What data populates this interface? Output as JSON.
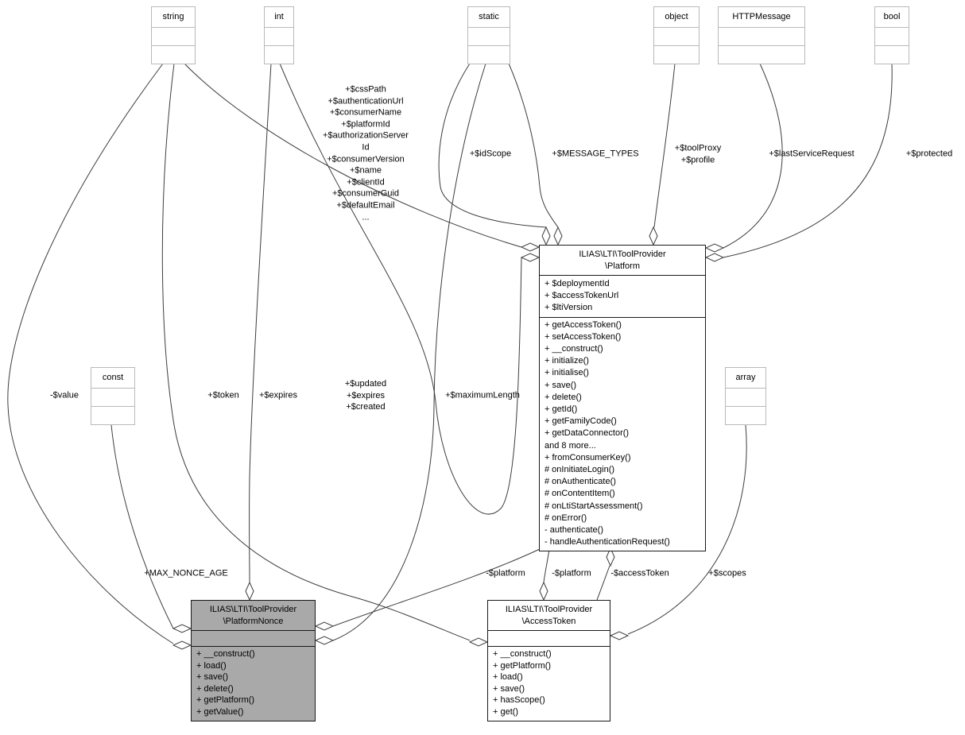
{
  "diagram": {
    "typeBoxes": {
      "string": {
        "label": "string"
      },
      "int": {
        "label": "int"
      },
      "static": {
        "label": "static"
      },
      "object": {
        "label": "object"
      },
      "httpMessage": {
        "label": "HTTPMessage"
      },
      "bool": {
        "label": "bool"
      },
      "const": {
        "label": "const"
      },
      "array": {
        "label": "array"
      }
    },
    "classes": {
      "platform": {
        "title": "ILIAS\\LTI\\ToolProvider\n\\Platform",
        "attributes": [
          "+ $deploymentId",
          "+ $accessTokenUrl",
          "+ $ltiVersion"
        ],
        "methods": [
          "+ getAccessToken()",
          "+ setAccessToken()",
          "+ __construct()",
          "+ initialize()",
          "+ initialise()",
          "+ save()",
          "+ delete()",
          "+ getId()",
          "+ getFamilyCode()",
          "+ getDataConnector()",
          "and 8 more...",
          "+ fromConsumerKey()",
          "# onInitiateLogin()",
          "# onAuthenticate()",
          "# onContentItem()",
          "# onLtiStartAssessment()",
          "# onError()",
          "- authenticate()",
          "- handleAuthenticationRequest()"
        ]
      },
      "platformNonce": {
        "title": "ILIAS\\LTI\\ToolProvider\n\\PlatformNonce",
        "methods": [
          "+ __construct()",
          "+ load()",
          "+ save()",
          "+ delete()",
          "+ getPlatform()",
          "+ getValue()"
        ]
      },
      "accessToken": {
        "title": "ILIAS\\LTI\\ToolProvider\n\\AccessToken",
        "methods": [
          "+ __construct()",
          "+ getPlatform()",
          "+ load()",
          "+ save()",
          "+ hasScope()",
          "+ get()"
        ]
      }
    },
    "edgeLabels": {
      "platformString": "+$cssPath\n+$authenticationUrl\n+$consumerName\n+$platformId\n+$authorizationServer\nId\n+$consumerVersion\n+$name\n+$clientId\n+$consumerGuid\n+$defaultEmail\n...",
      "platformIdScope": "+$idScope",
      "platformMessageTypes": "+$MESSAGE_TYPES",
      "platformObject": "+$toolProxy\n+$profile",
      "platformLastServiceRequest": "+$lastServiceRequest",
      "platformProtected": "+$protected",
      "platformInt": "+$updated\n+$expires\n+$created",
      "nonceValue": "-$value",
      "nonceExpires": "+$expires",
      "nonceMaximumLength": "+$maximumLength",
      "nonceMaxNonceAge": "+MAX_NONCE_AGE",
      "noncePlatform": "-$platform",
      "tokenPlatform": "-$platform",
      "tokenToken": "+$token",
      "platformAccessToken": "-$accessToken",
      "tokenScopes": "+$scopes"
    },
    "colors": {
      "highlightFill": "#a9a9a9",
      "edgeStroke": "#3d3d3d",
      "typeBoxBorder": "#b9b9b9",
      "classBoxBorder": "#1a1a1a"
    }
  }
}
